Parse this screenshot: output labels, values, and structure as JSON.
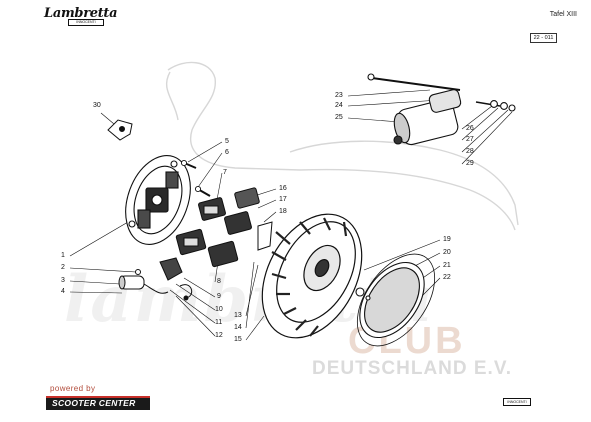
{
  "header": {
    "brand": "Lambretta",
    "brand_sub": "INNOCENTI",
    "plate": "Tafel XIII",
    "code": "22 - 011"
  },
  "callouts": {
    "c1": "1",
    "c2": "2",
    "c3": "3",
    "c4": "4",
    "c5": "5",
    "c6": "6",
    "c7": "7",
    "c8": "8",
    "c9": "9",
    "c10": "10",
    "c11": "11",
    "c12": "12",
    "c13": "13",
    "c14": "14",
    "c15": "15",
    "c16": "16",
    "c17": "17",
    "c18": "18",
    "c19": "19",
    "c20": "20",
    "c21": "21",
    "c22": "22",
    "c23": "23",
    "c24": "24",
    "c25": "25",
    "c26": "26",
    "c27": "27",
    "c28": "28",
    "c29": "29",
    "c30": "30"
  },
  "watermark": {
    "brand": "lambretta",
    "club": "CLUB",
    "country": "DEUTSCHLAND E.V."
  },
  "footer": {
    "powered_by": "powered by",
    "sponsor": "SCOOTER CENTER",
    "brand_mark": "INNOCENTI"
  }
}
